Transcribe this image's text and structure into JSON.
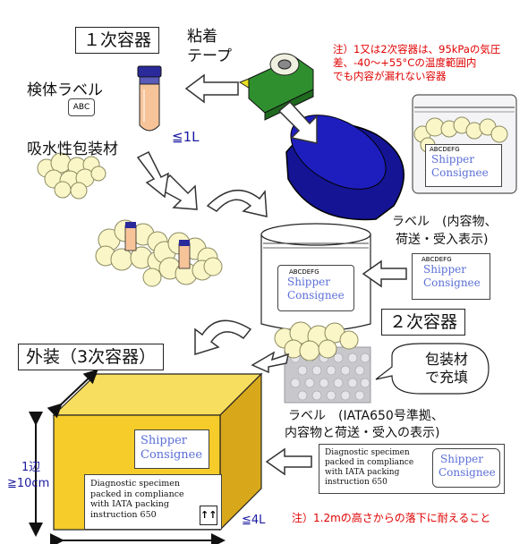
{
  "primary_container": {
    "title": "１次容器"
  },
  "tape_label": {
    "line1": "粘着",
    "line2": "テープ"
  },
  "specimen_label": {
    "text": "検体ラベル",
    "card": "ABC"
  },
  "absorbent": {
    "text": "吸水性包装材"
  },
  "volume_1": {
    "text": "≦1L"
  },
  "note_top": {
    "line1": "注）1又は2次容器は、95kPaの気圧",
    "line2": "差、-40〜+55°Cの温度範囲内",
    "line3": "でも内容が漏れない容器"
  },
  "bag_label": {
    "code": "ABCDEFG",
    "shipper": "Shipper",
    "consignee": "Consignee"
  },
  "label_contents": {
    "line1": "ラベル　(内容物、",
    "line2": "荷送・受入表示)"
  },
  "jar_label": {
    "code": "ABCDEFG",
    "shipper": "Shipper",
    "consignee": "Consignee"
  },
  "side_label": {
    "code": "ABCDEFG",
    "shipper": "Shipper",
    "consignee": "Consignee"
  },
  "secondary_container": {
    "title": "２次容器"
  },
  "outer_container": {
    "title": "外装（3次容器）"
  },
  "fill_bubble": {
    "line1": "包装材",
    "line2": "で充填"
  },
  "label_iata": {
    "line1": "ラベル　(IATA650号準拠、",
    "line2": "内容物と荷送・受入の表示)"
  },
  "box": {
    "shipper": "Shipper",
    "consignee": "Consignee",
    "diag_lines": [
      "Diagnostic specimen",
      "packed in compliance",
      "with IATA packing",
      "instruction 650"
    ],
    "orientation_mark": "↑↑"
  },
  "side_diag": {
    "lines": [
      "Diagnostic specimen",
      "packed in compliance",
      "with IATA packing",
      "instruction 650"
    ],
    "shipper": "Shipper",
    "consignee": "Consignee"
  },
  "dimension": {
    "line1": "1辺",
    "line2": "≧10cm"
  },
  "volume_4": {
    "text": "≦4L"
  },
  "note_bottom": {
    "text": "注）1.2mの高さからの落下に耐えること"
  },
  "colors": {
    "box_yellow": "#f5cc2a",
    "lid_blue": "#1a1aa8",
    "note_red": "#e00000",
    "shipper_blue": "#5b6fd6",
    "tube_peach": "#f7c49a"
  }
}
